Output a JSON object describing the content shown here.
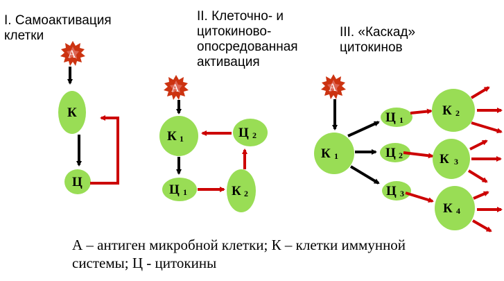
{
  "sections": [
    {
      "title": "I. Самоактивация\nклетки"
    },
    {
      "title": "II. Клеточно- и\nцитокиново-\nопосредованная\nактивация"
    },
    {
      "title": "III. «Каскад»\nцитокинов"
    }
  ],
  "nodes": {
    "antigen": "А",
    "cell": "К",
    "cytokine": "Ц",
    "sub1": "1",
    "sub2": "2",
    "sub3": "3",
    "sub4": "4"
  },
  "legend": "А – антиген микробной клетки; К – клетки иммунной\nсистемы; Ц - цитокины",
  "colors": {
    "node_fill": "#99dd55",
    "arrow_red": "#cc0000",
    "arrow_black": "#000000",
    "antigen": "#cc3311"
  }
}
